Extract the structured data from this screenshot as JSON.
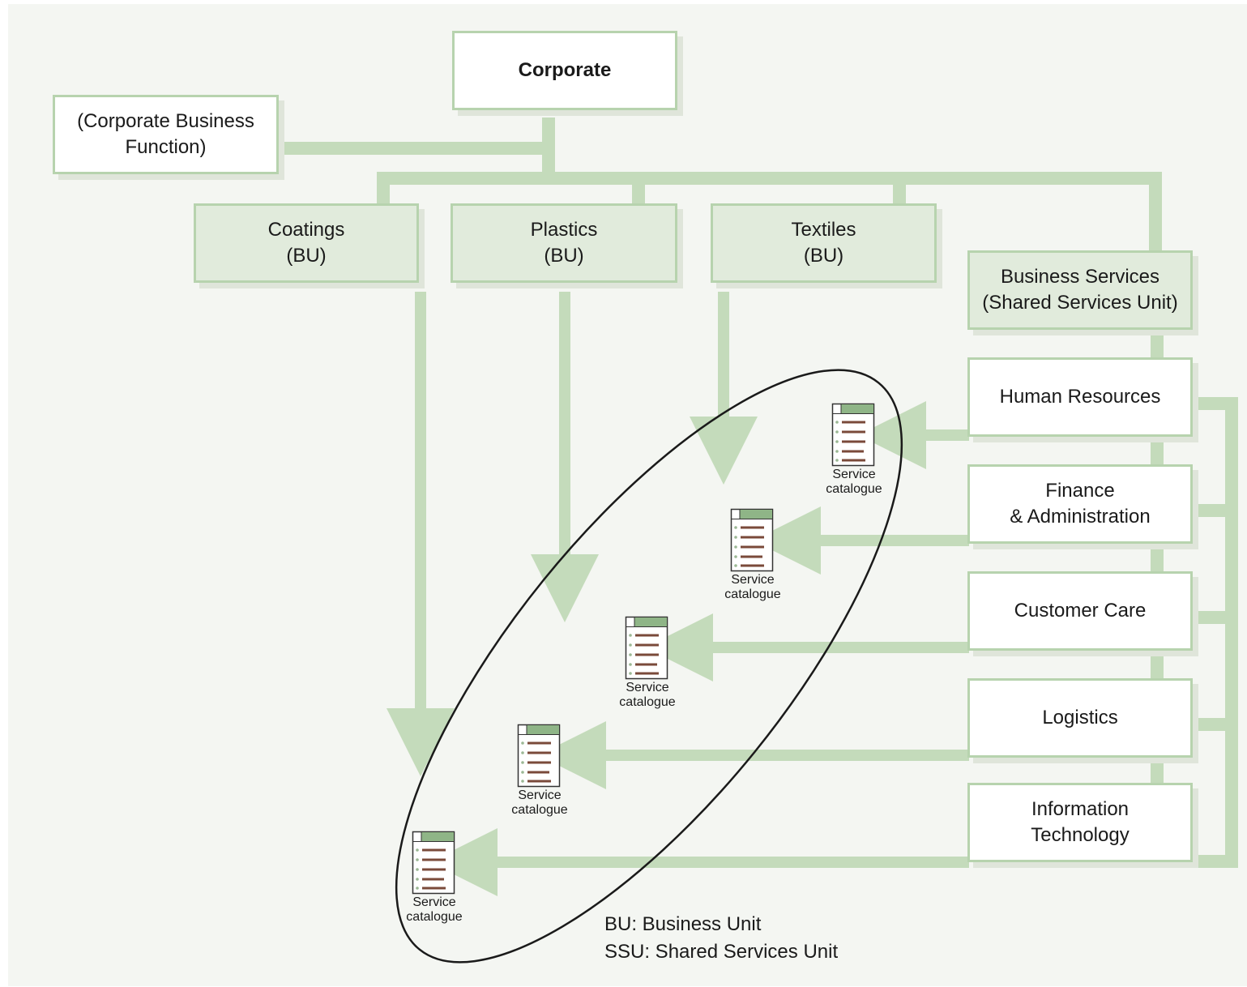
{
  "diagram": {
    "corporate": "Corporate",
    "corporate_function": "(Corporate Business\nFunction)",
    "business_units": [
      {
        "name": "Coatings\n(BU)"
      },
      {
        "name": "Plastics\n(BU)"
      },
      {
        "name": "Textiles\n(BU)"
      }
    ],
    "ssu": "Business Services\n(Shared Services Unit)",
    "functions": [
      {
        "name": "Human Resources"
      },
      {
        "name": "Finance\n& Administration"
      },
      {
        "name": "Customer Care"
      },
      {
        "name": "Logistics"
      },
      {
        "name": "Information\nTechnology"
      }
    ],
    "catalogue_label": "Service\ncatalogue",
    "legend": [
      "BU: Business Unit",
      "SSU: Shared Services Unit"
    ]
  },
  "colors": {
    "connector": "#c4dbbb",
    "box_border": "#b7d3ae",
    "box_fill_green": "#e1ebdc",
    "background": "#f4f6f2",
    "ellipse": "#1a1a1a",
    "catalogue_lines": "#7a4a3a",
    "catalogue_header": "#8fb587"
  }
}
